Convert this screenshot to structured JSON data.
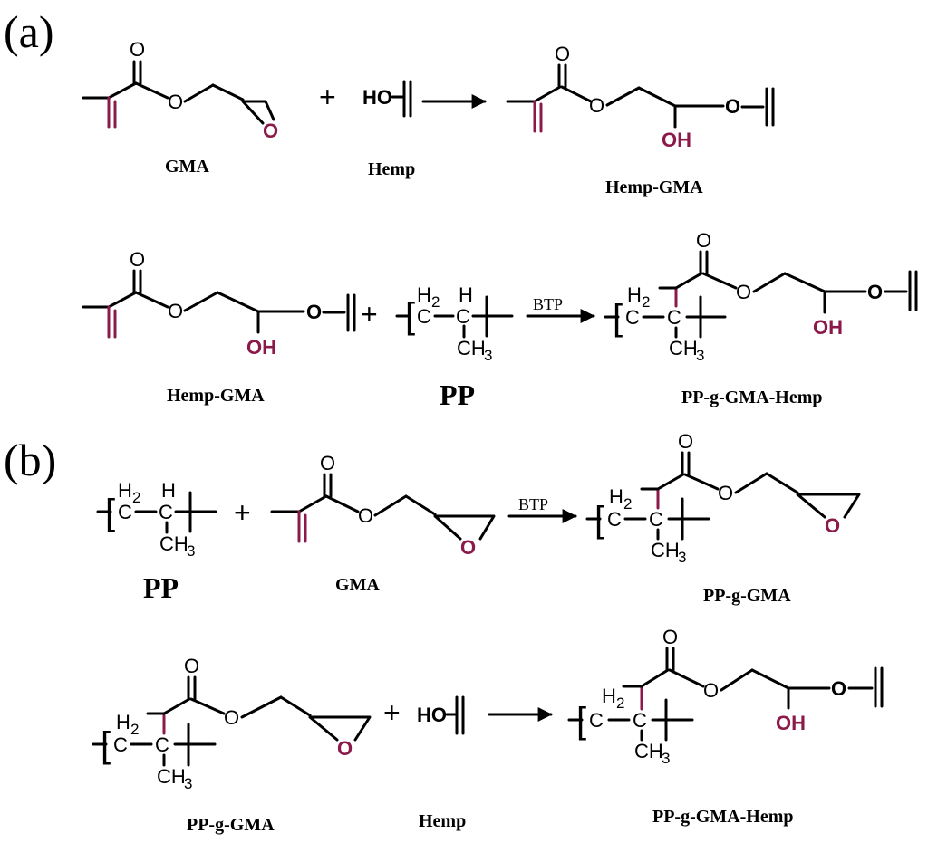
{
  "colors": {
    "highlight": "#8B1A4A",
    "ink": "#000000",
    "background": "#ffffff"
  },
  "panels": {
    "a": "(a)",
    "b": "(b)"
  },
  "symbols": {
    "plus": "+",
    "O": "O",
    "HO": "HO",
    "OH": "OH",
    "C": "C",
    "H": "H",
    "H2": "H",
    "two": "2",
    "CH3": "CH",
    "three": "3",
    "catalyst": "BTP"
  },
  "labels": {
    "gma": "GMA",
    "hemp": "Hemp",
    "hemp_gma": "Hemp-GMA",
    "pp": "PP",
    "pp_g_gma_hemp": "PP-g-GMA-Hemp",
    "pp_g_gma": "PP-g-GMA"
  }
}
